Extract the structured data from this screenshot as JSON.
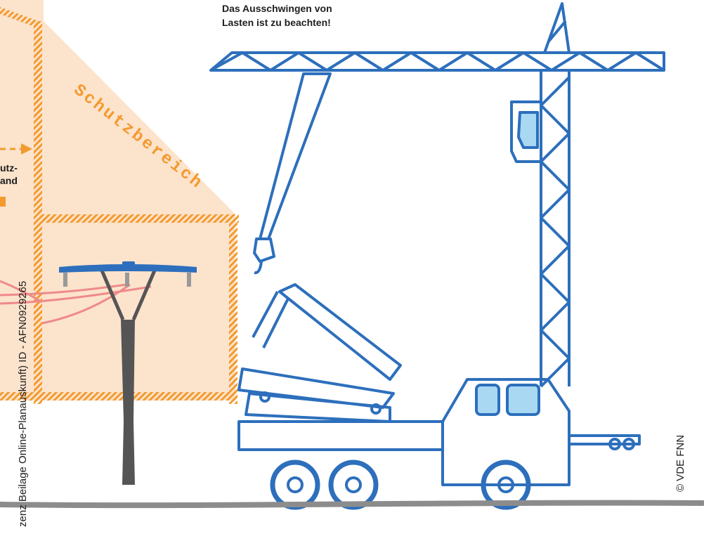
{
  "caption": {
    "line1": "Das Ausschwingen von",
    "line2": "Lasten ist zu beachten!"
  },
  "zone_label": "Schutzbereich",
  "distance_label": {
    "line1": "utz-",
    "line2": "and"
  },
  "watermark": "zenz Beilage Online-Planauskunft) ID - AFN0929265",
  "copyright": "© VDE FNN",
  "colors": {
    "crane_blue": "#2d6fbc",
    "zone_fill": "#fce3cc",
    "hatch_orange": "#f39a2e",
    "cable_red": "#ee8a8a",
    "pole_gray": "#555555",
    "ground_gray": "#8c8c8c",
    "window_blue": "#a9d8f2"
  }
}
